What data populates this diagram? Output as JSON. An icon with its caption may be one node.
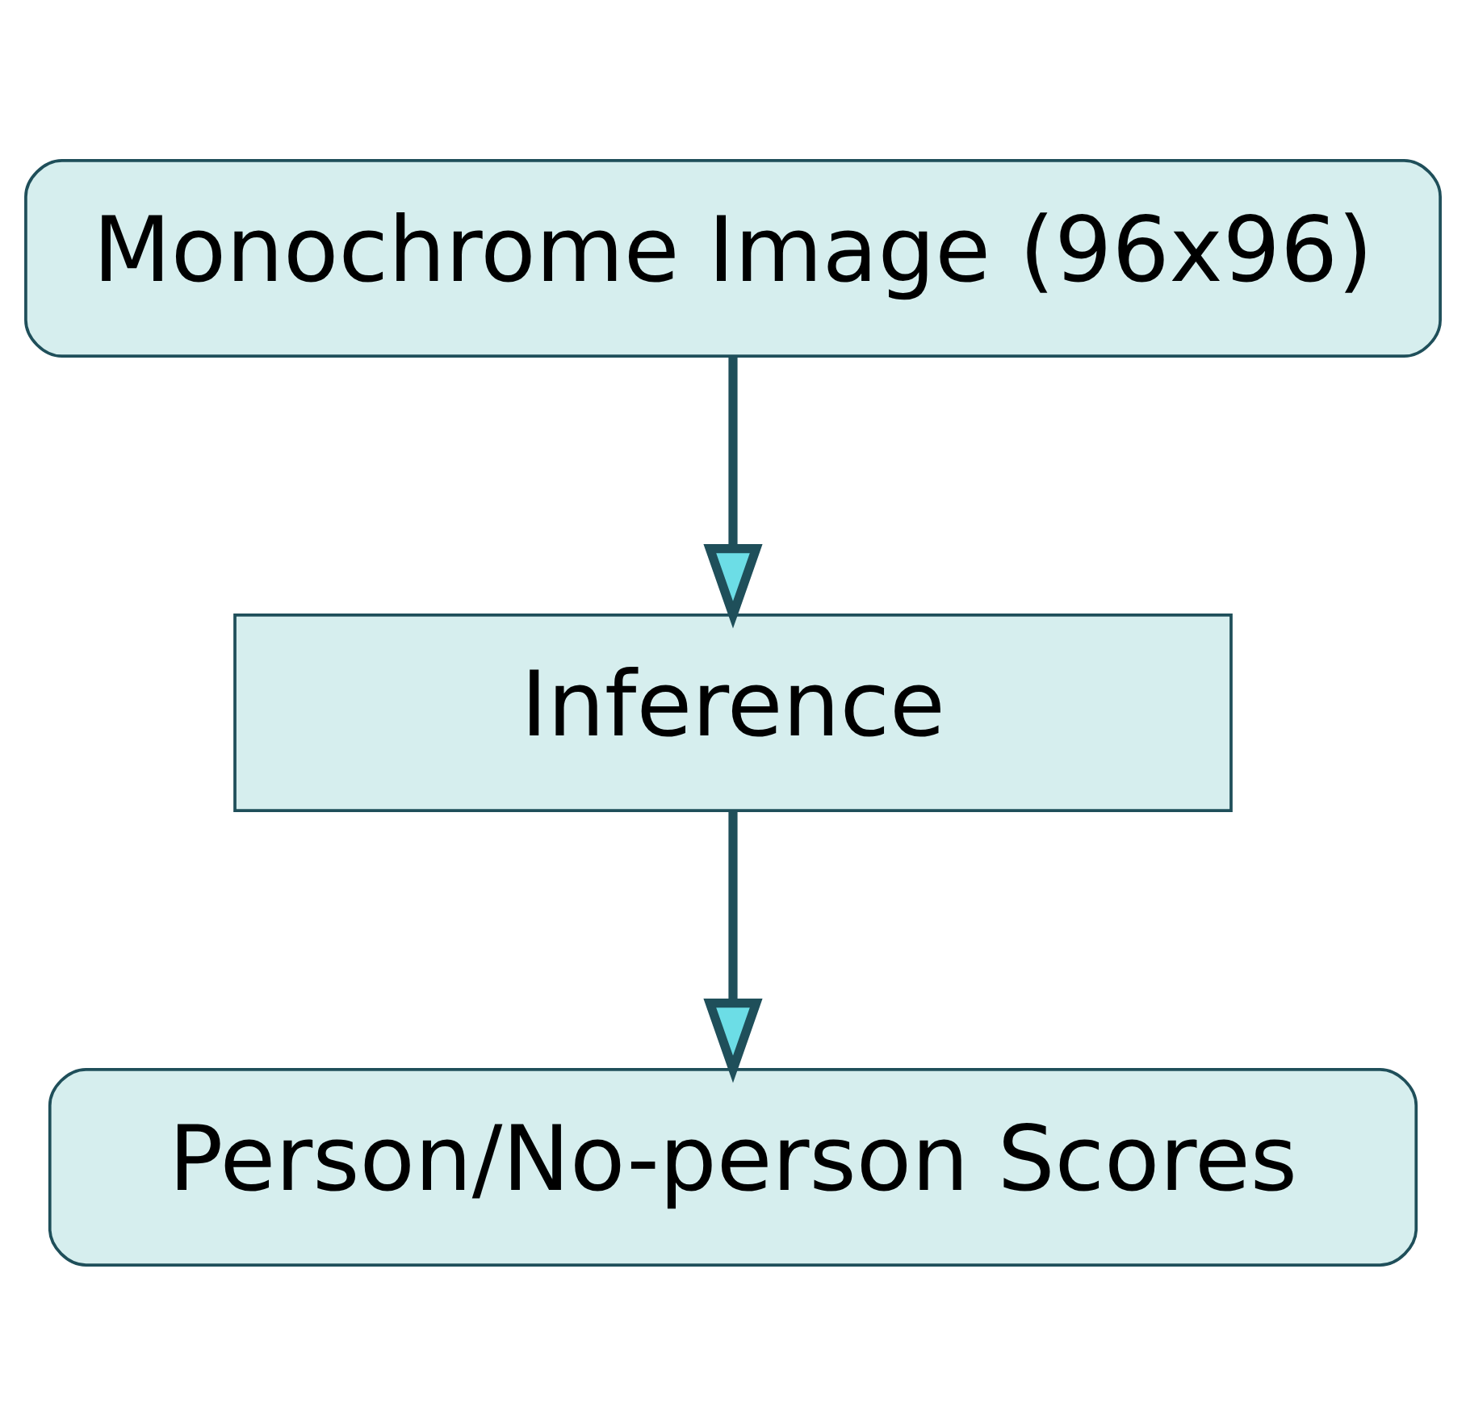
{
  "diagram": {
    "nodes": [
      {
        "text": [
          "Monochrome Image (96x96)"
        ]
      },
      {
        "text": [
          "Inference"
        ]
      },
      {
        "text": [
          "Person/No-person Scores"
        ]
      }
    ],
    "edges": [
      {
        "from": 0,
        "to": 1,
        "arrow": "to"
      },
      {
        "from": 1,
        "to": 2,
        "arrow": "to"
      }
    ]
  }
}
